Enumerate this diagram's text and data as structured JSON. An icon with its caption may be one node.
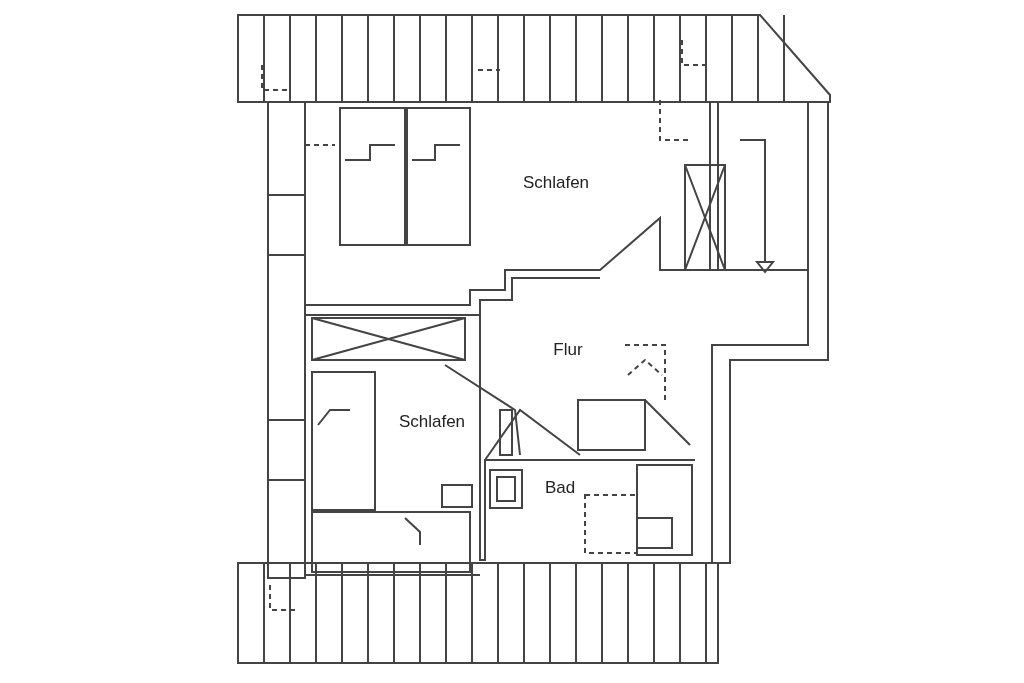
{
  "diagram": {
    "labels": [
      "Schlafen",
      "Flur",
      "Schlafen",
      "Bad"
    ]
  }
}
